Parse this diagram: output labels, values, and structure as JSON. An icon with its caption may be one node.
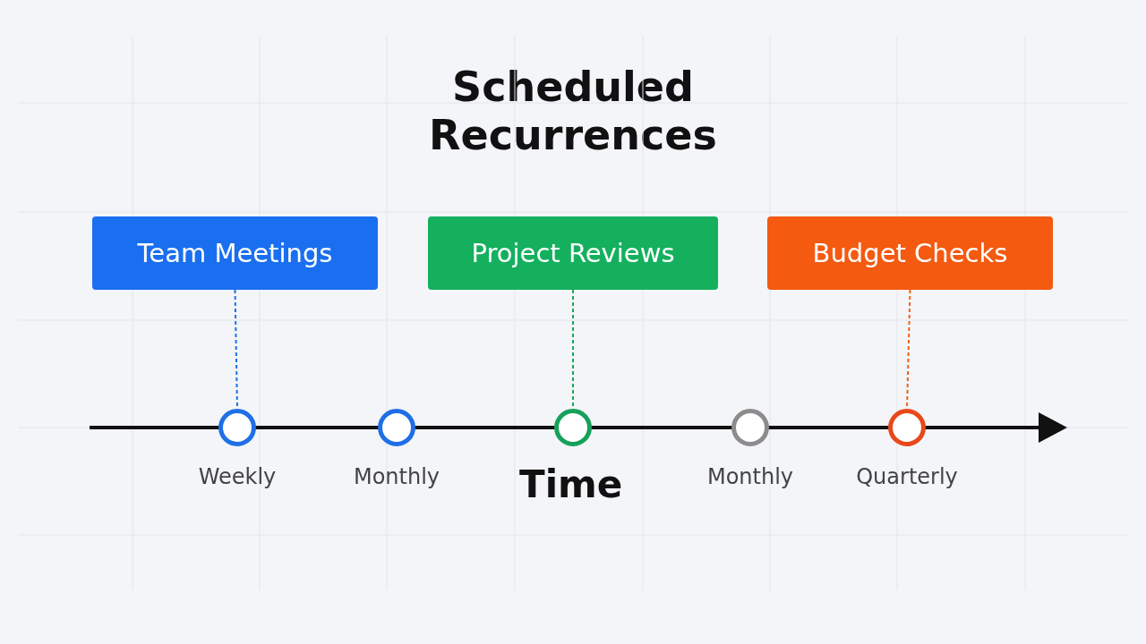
{
  "diagram": {
    "title": "Scheduled Recurrences",
    "nodes": [
      {
        "text": [
          "Team Meetings"
        ]
      },
      {
        "text": [
          "Project Reviews"
        ]
      },
      {
        "text": [
          "Budget Checks"
        ]
      },
      {
        "text": [],
        "shape": "circle",
        "beside": [
          "Weekly"
        ]
      },
      {
        "text": [],
        "shape": "circle",
        "beside": [
          "Monthly"
        ]
      },
      {
        "text": [],
        "shape": "circle"
      },
      {
        "text": [],
        "shape": "circle",
        "beside": [
          "Monthly"
        ]
      },
      {
        "text": [],
        "shape": "circle",
        "beside": [
          "Quarterly"
        ]
      }
    ],
    "edges": [
      {
        "from": 0,
        "to": 3,
        "arrow": "none",
        "style": "dashed",
        "color": "#1a73e8"
      },
      {
        "from": 1,
        "to": 5,
        "arrow": "none",
        "style": "dashed",
        "color": "#1aa85a"
      },
      {
        "from": 2,
        "to": 7,
        "arrow": "none",
        "style": "dashed",
        "color": "#f0601a"
      }
    ],
    "labels": [
      "Time"
    ]
  }
}
